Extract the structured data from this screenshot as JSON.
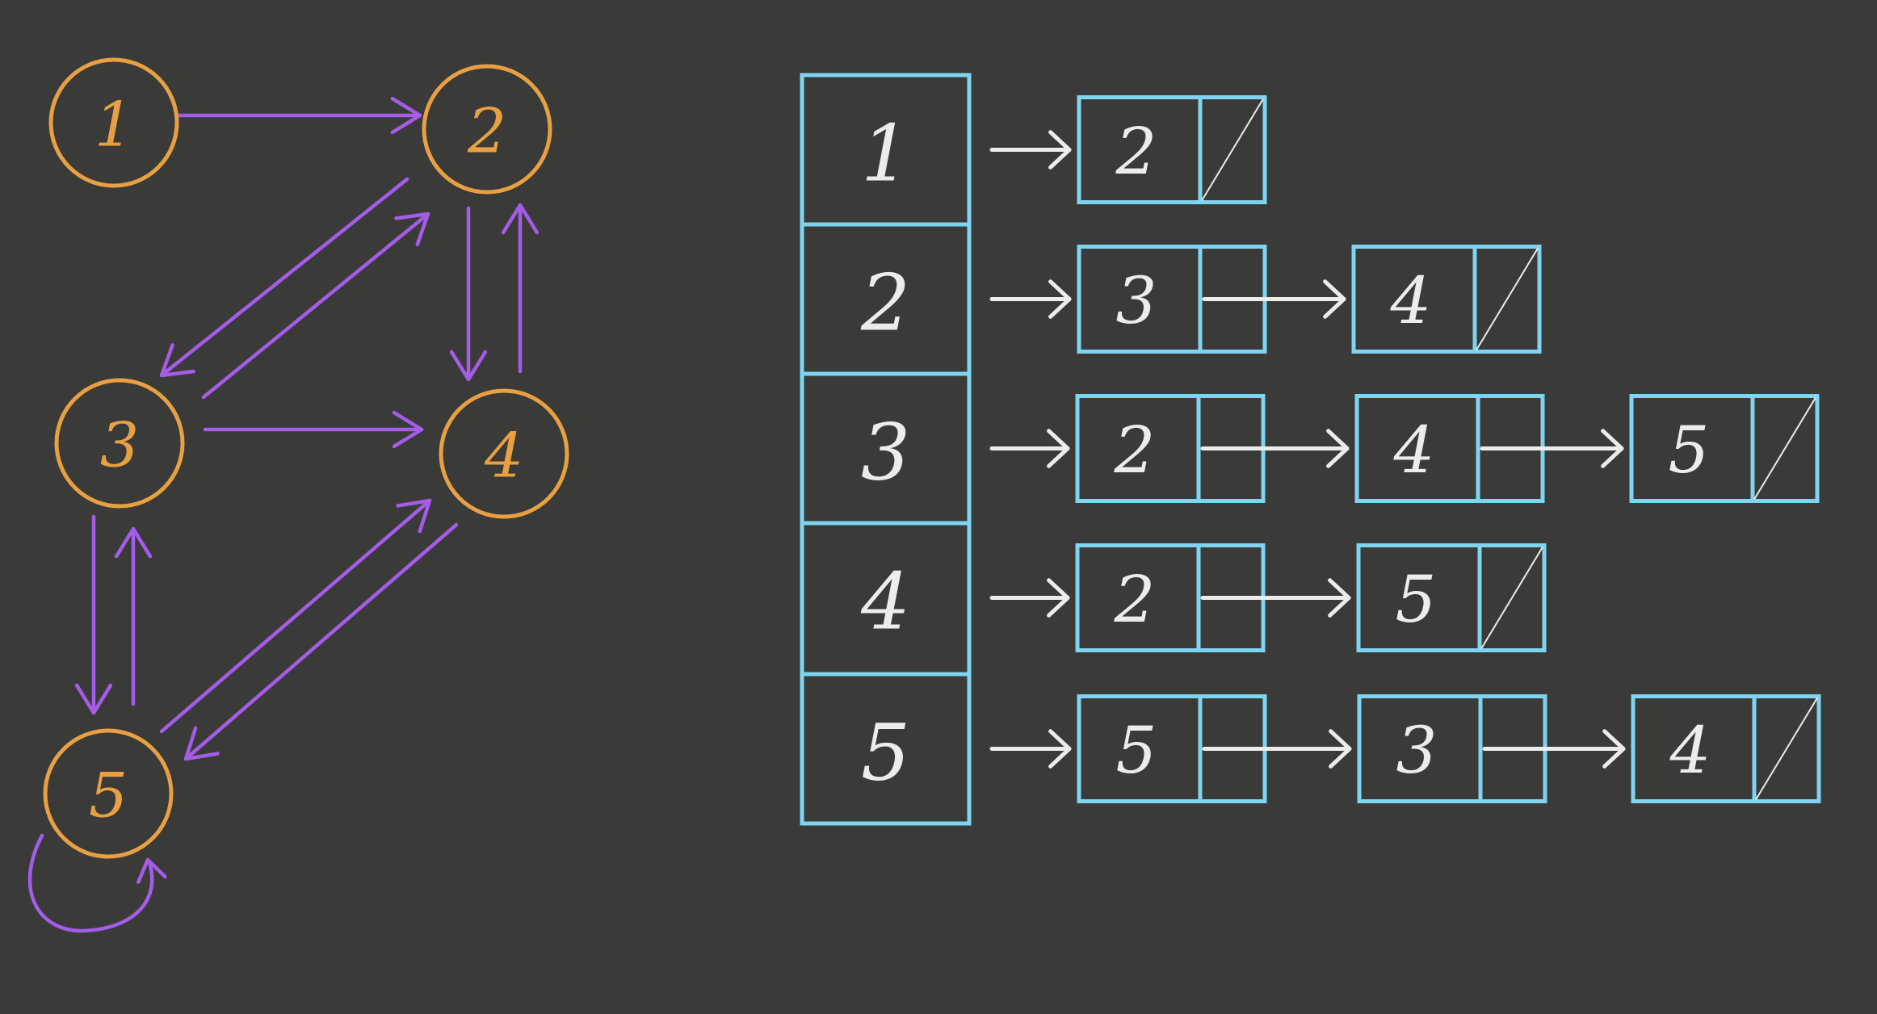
{
  "colors": {
    "background": "#3a3a38",
    "node": "#e8a043",
    "edge": "#a55ce8",
    "list_box": "#7fd4f2",
    "list_text": "#ececec"
  },
  "graph": {
    "nodes": [
      {
        "id": "1",
        "label": "1"
      },
      {
        "id": "2",
        "label": "2"
      },
      {
        "id": "3",
        "label": "3"
      },
      {
        "id": "4",
        "label": "4"
      },
      {
        "id": "5",
        "label": "5"
      }
    ],
    "edges": [
      {
        "from": "1",
        "to": "2"
      },
      {
        "from": "2",
        "to": "3"
      },
      {
        "from": "2",
        "to": "4"
      },
      {
        "from": "3",
        "to": "2"
      },
      {
        "from": "3",
        "to": "4"
      },
      {
        "from": "3",
        "to": "5"
      },
      {
        "from": "4",
        "to": "2"
      },
      {
        "from": "4",
        "to": "5"
      },
      {
        "from": "5",
        "to": "3"
      },
      {
        "from": "5",
        "to": "4"
      },
      {
        "from": "5",
        "to": "5"
      }
    ]
  },
  "adjacency_list": [
    {
      "vertex": "1",
      "neighbors": [
        "2"
      ]
    },
    {
      "vertex": "2",
      "neighbors": [
        "3",
        "4"
      ]
    },
    {
      "vertex": "3",
      "neighbors": [
        "2",
        "4",
        "5"
      ]
    },
    {
      "vertex": "4",
      "neighbors": [
        "2",
        "5"
      ]
    },
    {
      "vertex": "5",
      "neighbors": [
        "5",
        "3",
        "4"
      ]
    }
  ]
}
